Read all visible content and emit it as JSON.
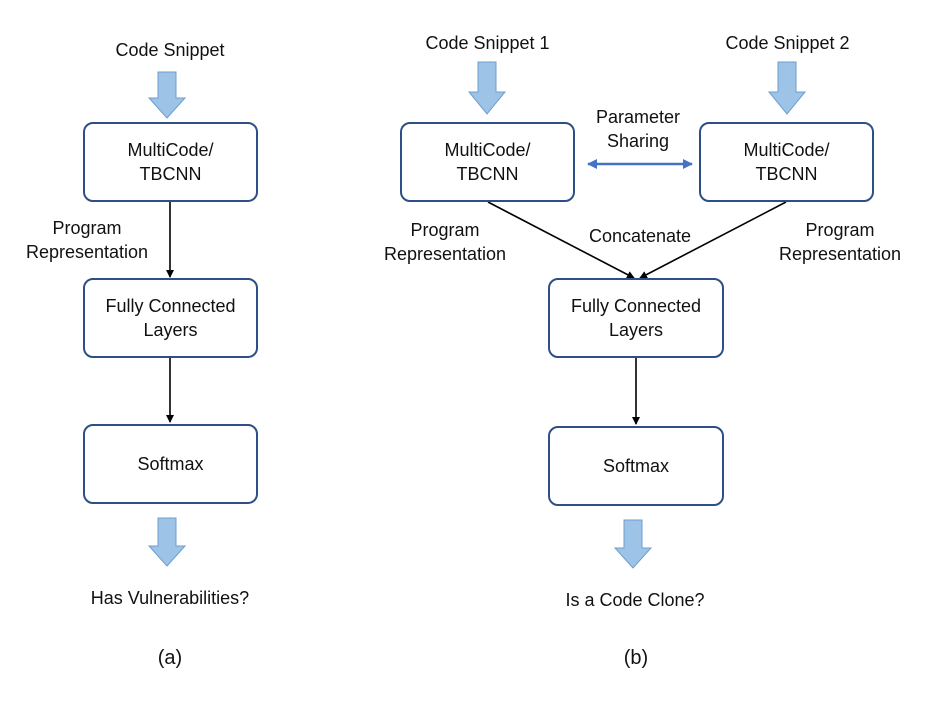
{
  "colors": {
    "box_border": "#2e4f86",
    "big_arrow_fill": "#9dc3e6",
    "big_arrow_stroke": "#6d9ecf",
    "connector": "#000000",
    "sharing_arrow": "#4472c4"
  },
  "panel_a": {
    "input_label": "Code Snippet",
    "encoder": {
      "line1": "MultiCode/",
      "line2": "TBCNN"
    },
    "representation": {
      "line1": "Program",
      "line2": "Representation"
    },
    "fc": {
      "line1": "Fully Connected",
      "line2": "Layers"
    },
    "softmax": "Softmax",
    "output_label": "Has Vulnerabilities?",
    "caption": "(a)"
  },
  "panel_b": {
    "input_label_1": "Code Snippet 1",
    "input_label_2": "Code Snippet 2",
    "encoder_1": {
      "line1": "MultiCode/",
      "line2": "TBCNN"
    },
    "encoder_2": {
      "line1": "MultiCode/",
      "line2": "TBCNN"
    },
    "sharing": {
      "line1": "Parameter",
      "line2": "Sharing"
    },
    "representation_1": {
      "line1": "Program",
      "line2": "Representation"
    },
    "representation_2": {
      "line1": "Program",
      "line2": "Representation"
    },
    "concatenate": "Concatenate",
    "fc": {
      "line1": "Fully Connected",
      "line2": "Layers"
    },
    "softmax": "Softmax",
    "output_label": "Is a Code Clone?",
    "caption": "(b)"
  }
}
